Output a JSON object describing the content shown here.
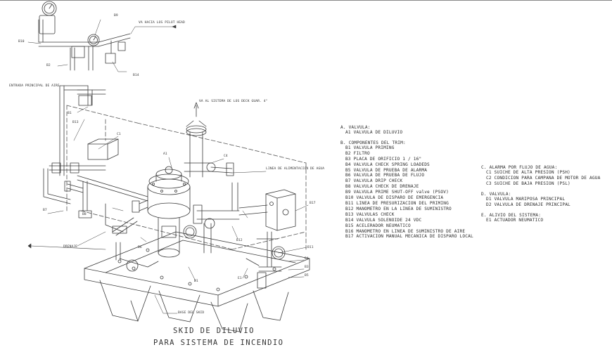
{
  "callouts": {
    "b10": "B10",
    "b9": "B9",
    "pilot": "VA HACIA LOS PILOT HEAD",
    "b2": "B2",
    "b14": "B14",
    "entrada": "ENTRADA PRINCIPAL DE AIRE",
    "b1": "B1",
    "b13": "B13",
    "sistema": "VA AL SISTEMA DE LOS DECK GUAR. 4\"",
    "c1": "C1",
    "a1": "A1",
    "c4": "C4",
    "linea_alim": "LINEA DE ALIMENTACION DE AGUA",
    "b7": "B7",
    "b8": "B8",
    "b17": "B17",
    "drenaje": "DRENAJE",
    "b6": "B6",
    "b12": "B12",
    "b11": "B11",
    "b4": "B4",
    "b3": "B3",
    "b5": "B5",
    "base": "BASE DEL SKID",
    "d1": "D1",
    "e1": "E1"
  },
  "legend": {
    "left": {
      "a_title": "A. VALVULA:",
      "a_items": [
        "A1 VALVULA DE DILUVIO"
      ],
      "b_title": "B. COMPONENTES DEL TRIM:",
      "b_items": [
        "B1 VALVULA PRIMING",
        "B2 FILTRO",
        "B3 PLACA DE ORIFICIO 1 / 16\"",
        "B4 VALVULA CHECK SPRING LOADEDS",
        "B5 VALVULA DE PRUEBA DE ALARMA",
        "B6 VALVULA DE PRUEBA DE FLUJO",
        "B7 VALVULA DRIP CHECK",
        "B8 VALVULA CHECK DE DRENAJE",
        "B9 VALVULA PRIME SHUT-OFF valve (PSOV)",
        "B10 VALVULA DE DISPARO DE EMERGENCIA",
        "B11 LINEA DE PRESURIZACION DEL PRIMING",
        "B12 MANOMETRO EN LA LINEA DE SUMINISTRO",
        "B13 VALVULAS CHECK",
        "B14 VALVULA SOLENOIDE 24 VDC",
        "B15 ACELERADOR NEUMATICO",
        "B16 MANOMETRO EN LINEA DE SUMINISTRO DE AIRE",
        "B17 ACTIVACION MANUAL MECANICA DE DISPARO LOCAL"
      ]
    },
    "right": {
      "c_title": "C. ALARMA POR FLUJO DE AGUA:",
      "c_items": [
        "C1 SUICHE DE ALTA PRESION (PSH)",
        "C2 CONDICION PARA CAMPANA DE MOTOR DE AGUA",
        "C3 SUICHE DE BAJA PRESION (PSL)"
      ],
      "d_title": "D. VALVULA:",
      "d_items": [
        "D1 VALVULA MARIPOSA PRINCIPAL",
        "D2 VALVULA DE DRENAJE PRINCIPAL"
      ],
      "e_title": "E. ALIVIO DEL SISTEMA:",
      "e_items": [
        "E1 ACTUADOR NEUMATICO"
      ]
    }
  },
  "title": {
    "line1": "SKID DE DILUVIO",
    "line2": "PARA SISTEMA DE INCENDIO"
  }
}
